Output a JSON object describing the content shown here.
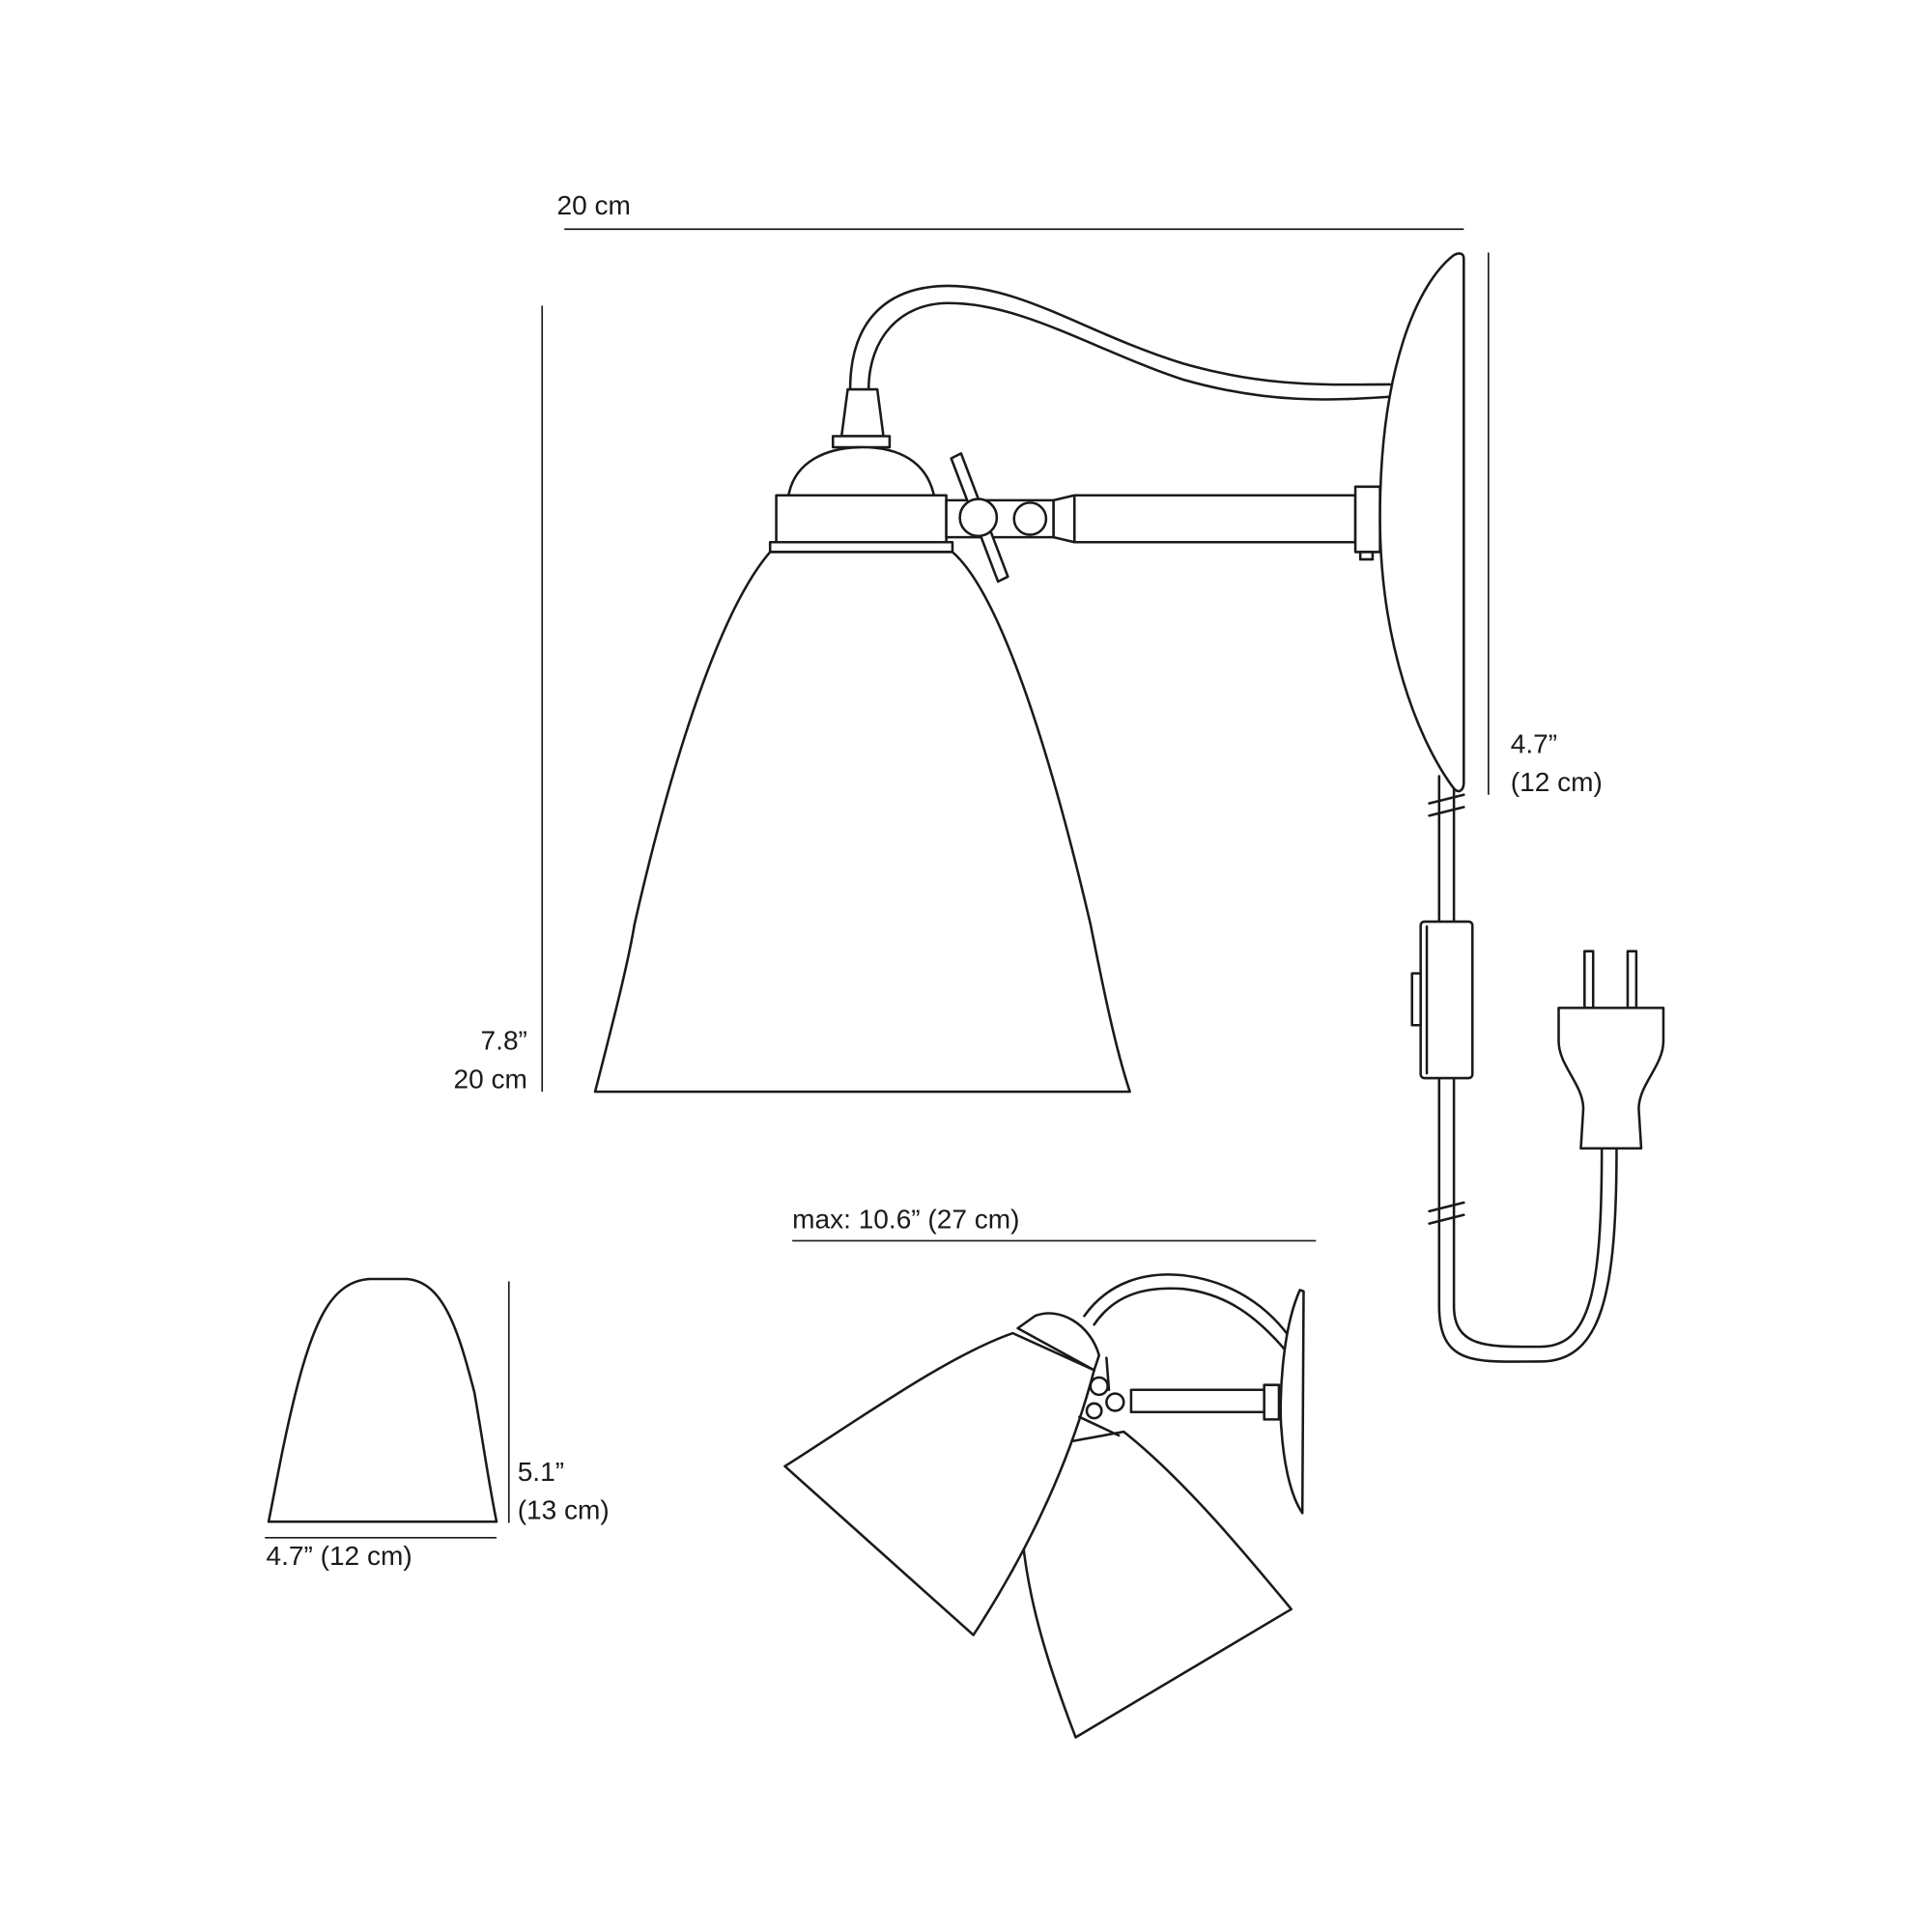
{
  "main_view": {
    "width_label": "20 cm",
    "height_label_in": "7.8”",
    "height_label_cm": "20 cm",
    "backplate_label_in": "4.7”",
    "backplate_label_cm": "(12 cm)"
  },
  "shade_view": {
    "height_label_in": "5.1”",
    "height_label_cm": "(13 cm)",
    "width_label": "4.7” (12 cm)"
  },
  "rotation_view": {
    "reach_label": "max: 10.6” (27 cm)"
  },
  "colors": {
    "line": "#1a1a1a",
    "background": "#ffffff"
  }
}
